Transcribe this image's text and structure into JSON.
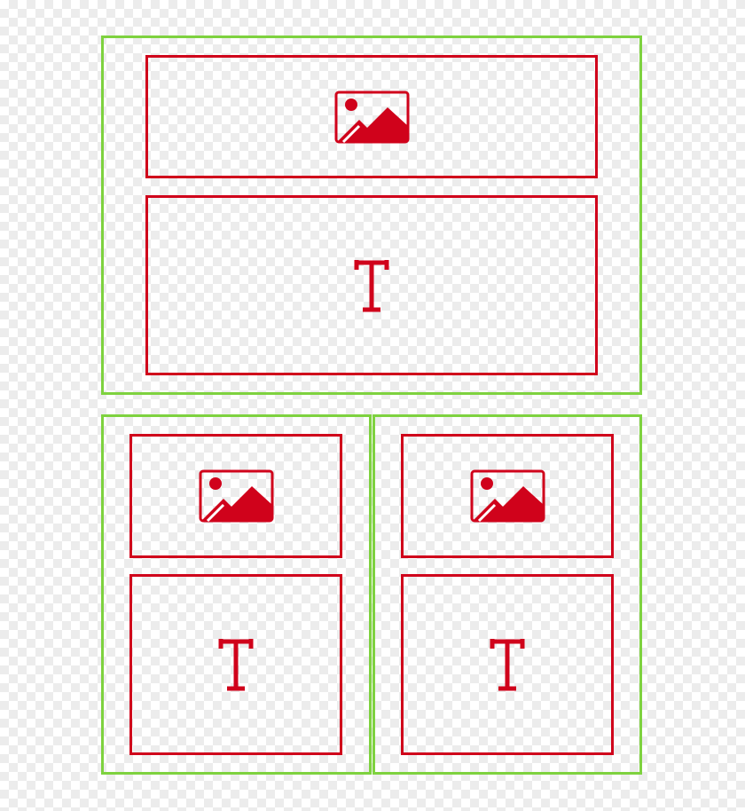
{
  "colors": {
    "container_border": "#7ED23F",
    "block_border": "#D0021B",
    "icon": "#D0021B"
  },
  "layout_blocks": {
    "top_row": {
      "column": {
        "blocks": [
          "image",
          "text"
        ],
        "image_icon": "image-icon",
        "text_icon": "text-t-icon"
      }
    },
    "bottom_row": {
      "columns": [
        {
          "blocks": [
            "image",
            "text"
          ],
          "image_icon": "image-icon",
          "text_icon": "text-t-icon"
        },
        {
          "blocks": [
            "image",
            "text"
          ],
          "image_icon": "image-icon",
          "text_icon": "text-t-icon"
        }
      ]
    }
  }
}
